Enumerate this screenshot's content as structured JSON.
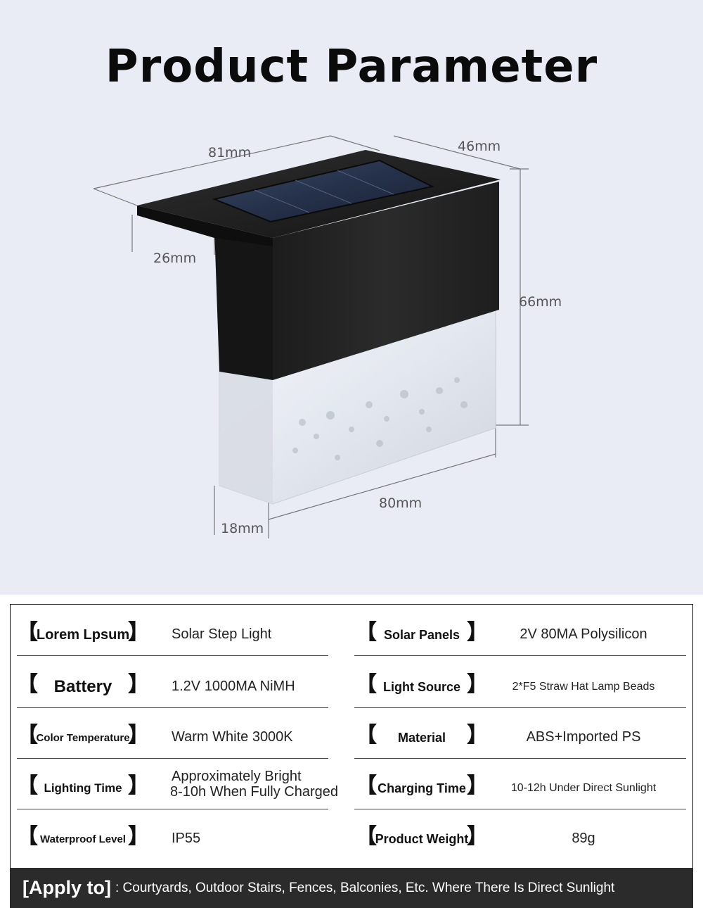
{
  "title": "Product Parameter",
  "dimensions": {
    "top_width": "81mm",
    "depth": "46mm",
    "lip": "26mm",
    "height": "66mm",
    "bottom_width": "80mm",
    "thickness": "18mm"
  },
  "specs_left": [
    {
      "label": "Lorem Lpsum",
      "value": "Solar Step Light"
    },
    {
      "label": "Battery",
      "value": "1.2V 1000MA NiMH"
    },
    {
      "label": "Color Temperature",
      "value": "Warm White 3000K"
    },
    {
      "label": "Lighting Time",
      "value_line1": "Approximately Bright",
      "value_line2": "8-10h When Fully Charged"
    },
    {
      "label": "Waterproof Level",
      "value": "IP55"
    }
  ],
  "specs_right": [
    {
      "label": "Solar Panels",
      "value": "2V 80MA Polysilicon"
    },
    {
      "label": "Light Source",
      "value": "2*F5 Straw Hat Lamp Beads"
    },
    {
      "label": "Material",
      "value": "ABS+Imported PS"
    },
    {
      "label": "Charging Time",
      "value": "10-12h Under Direct Sunlight"
    },
    {
      "label": "Product Weight",
      "value": "89g"
    }
  ],
  "brackets": {
    "open": "【",
    "close": "】"
  },
  "apply": {
    "heading": "[Apply to]",
    "text": ": Courtyards, Outdoor Stairs, Fences, Balconies, Etc. Where There Is Direct Sunlight"
  }
}
